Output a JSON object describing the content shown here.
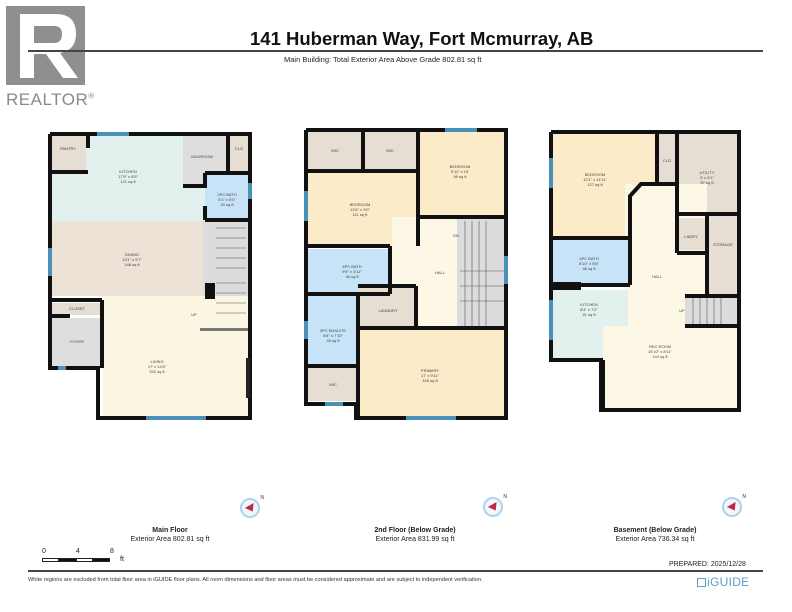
{
  "header": {
    "logo_text": "REALTOR",
    "logo_mark": "®",
    "title": "141 Huberman Way, Fort Mcmurray, AB",
    "subtitle": "Main Building: Total Exterior Area Above Grade 802.81 sq ft"
  },
  "colors": {
    "wall": "#111111",
    "window": "#4a90b8",
    "kitchen": "#e3f1ee",
    "dining": "#ece2d6",
    "living": "#fbf6e2",
    "bedroom": "#fcebc8",
    "bath": "#c7e3f7",
    "closet": "#e6ddd3",
    "hall": "#fdf8e6",
    "stairs": "#dcdcdc",
    "mudroom": "#dedede"
  },
  "floors": [
    {
      "name": "Main Floor",
      "area": "Exterior Area 802.81 sq ft",
      "rooms": [
        {
          "name": "PANTRY",
          "dims": "",
          "area": ""
        },
        {
          "name": "KITCHEN",
          "dims": "17'9\" x 8'9\"",
          "area": "121 sq ft"
        },
        {
          "name": "MUDROOM",
          "dims": "",
          "area": ""
        },
        {
          "name": "CLO",
          "dims": "",
          "area": ""
        },
        {
          "name": "2PC BATH",
          "dims": "5'1\" x 5'0\"",
          "area": "20 sq ft"
        },
        {
          "name": "DINING",
          "dims": "13'1\" x 9'7\"",
          "area": "148 sq ft"
        },
        {
          "name": "CLOSET",
          "dims": "",
          "area": ""
        },
        {
          "name": "FOYER",
          "dims": "",
          "area": ""
        },
        {
          "name": "LIVING",
          "dims": "17'x 14'6\"",
          "area": "222 sq ft"
        }
      ],
      "stair_label": "UP"
    },
    {
      "name": "2nd Floor (Below Grade)",
      "area": "Exterior Area 831.99 sq ft",
      "rooms": [
        {
          "name": "WIC",
          "dims": "",
          "area": ""
        },
        {
          "name": "WIC",
          "dims": "",
          "area": ""
        },
        {
          "name": "BEDROOM",
          "dims": "9'11\" x 10'",
          "area": "99 sq ft"
        },
        {
          "name": "BEDROOM",
          "dims": "12'6\" x 9'0\"",
          "area": "111 sq ft"
        },
        {
          "name": "4PC BATH",
          "dims": "9'5\" x 4'11\"",
          "area": "46 sq ft"
        },
        {
          "name": "HALL",
          "dims": "",
          "area": ""
        },
        {
          "name": "LAUNDRY",
          "dims": "",
          "area": ""
        },
        {
          "name": "3PC ENSUITE",
          "dims": "6'8\" x 7'10\"",
          "area": "43 sq ft"
        },
        {
          "name": "WIC",
          "dims": "",
          "area": ""
        },
        {
          "name": "PRIMARY",
          "dims": "17' x 9'11\"",
          "area": "169 sq ft"
        }
      ],
      "stair_label": "DN"
    },
    {
      "name": "Basement (Below Grade)",
      "area": "Exterior Area 736.34 sq ft",
      "rooms": [
        {
          "name": "BEDROOM",
          "dims": "12'1\" x 11'11\"",
          "area": "127 sq ft"
        },
        {
          "name": "CLO",
          "dims": "",
          "area": ""
        },
        {
          "name": "UTILITY",
          "dims": "9' x 9'1\"",
          "area": "57 sq ft"
        },
        {
          "name": "LNDRY",
          "dims": "",
          "area": ""
        },
        {
          "name": "STORAGE",
          "dims": "",
          "area": ""
        },
        {
          "name": "4PC BATH",
          "dims": "8'10\" x 5'6\"",
          "area": "48 sq ft"
        },
        {
          "name": "HALL",
          "dims": "",
          "area": ""
        },
        {
          "name": "KITCHEN",
          "dims": "8'4\" x 7'2\"",
          "area": "41 sq ft"
        },
        {
          "name": "REC ROOM",
          "dims": "15'10\" x 8'11\"",
          "area": "144 sq ft"
        }
      ],
      "stair_label": "UP"
    }
  ],
  "scale": {
    "ticks": [
      "0",
      "4",
      "8"
    ],
    "unit": "ft"
  },
  "footer": {
    "prepared": "PREPARED: 2025/12/28",
    "disclaimer": "White regions are excluded from total floor area in iGUIDE floor plans. All room dimensions and floor areas must be considered approximate and are subject to independent verification.",
    "brand": "iGUIDE"
  }
}
